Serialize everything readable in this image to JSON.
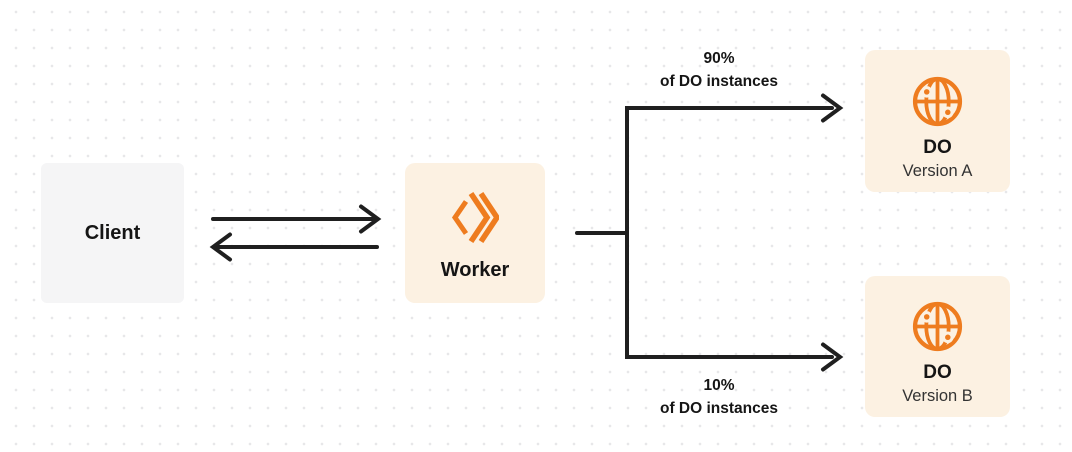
{
  "diagram": {
    "nodes": {
      "client": {
        "label": "Client"
      },
      "worker": {
        "label": "Worker",
        "icon": "workers-chevrons-icon"
      },
      "do_a": {
        "title": "DO",
        "subtitle": "Version A",
        "icon": "durable-object-globe-icon"
      },
      "do_b": {
        "title": "DO",
        "subtitle": "Version B",
        "icon": "durable-object-globe-icon"
      }
    },
    "edge_labels": {
      "top": {
        "percent": "90%",
        "caption": "of DO instances"
      },
      "bottom": {
        "percent": "10%",
        "caption": "of DO instances"
      }
    },
    "colors": {
      "accent_orange": "#EE7C1F",
      "node_cream_bg": "#FCF1E2",
      "node_gray_bg": "#F5F5F6",
      "arrow_dark": "#1F1F1F",
      "text_primary": "#151515",
      "text_secondary": "#333333",
      "dot_grid": "#E7E7E9"
    }
  }
}
